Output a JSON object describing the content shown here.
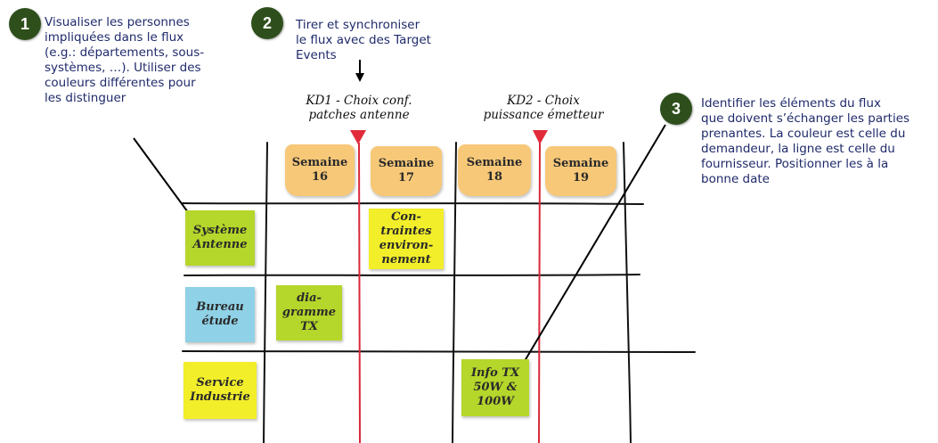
{
  "step1": {
    "number": "1",
    "text": "Visualiser les personnes\nimpliquées dans le flux\n(e.g.: départements, sous-\nsystèmes, …). Utiliser des\ncouleurs différentes pour\nles distinguer"
  },
  "step2": {
    "number": "2",
    "text": "Tirer et synchroniser\nle flux avec des Target\nEvents"
  },
  "step3": {
    "number": "3",
    "text": "Identifier les éléments du flux\nque doivent s’échanger les parties\nprenantes. La couleur est celle du\ndemandeur, la ligne est celle du\nfournisseur. Positionner les à la\nbonne date"
  },
  "target_events": {
    "kd1": "KD1 - Choix conf.\npatches antenne",
    "kd2": "KD2 - Choix\npuissance émetteur"
  },
  "weeks": [
    "Semaine\n16",
    "Semaine\n17",
    "Semaine\n18",
    "Semaine\n19"
  ],
  "rows": [
    "Système\nAntenne",
    "Bureau\nétude",
    "Service\nIndustrie"
  ],
  "items": {
    "contraintes": "Con-\ntraintes\nenviron-\nnement",
    "diagramme": "dia-\ngramme\nTX",
    "info": "Info TX\n50W &\n100W"
  },
  "colors": {
    "note_text": "#1f2a6b",
    "step_circle": "#2e4f1c",
    "week": "#f7c878",
    "green": "#b5d62a",
    "blue": "#8fd1e6",
    "yellow": "#f2ee2a",
    "target_line": "#d8283a"
  }
}
